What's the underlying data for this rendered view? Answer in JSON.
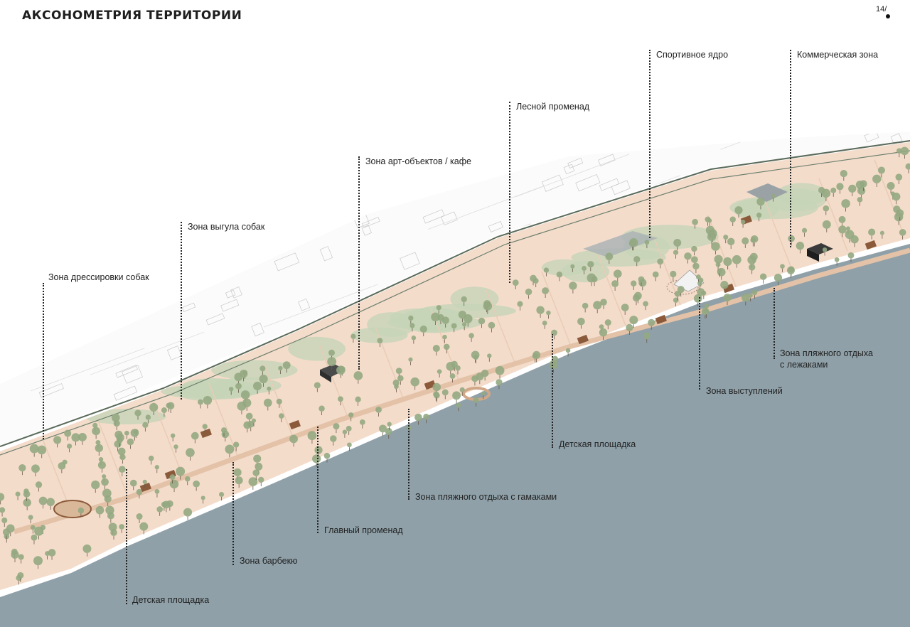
{
  "header": {
    "title": "АКСОНОМЕТРИЯ ТЕРРИТОРИИ",
    "page_number": "14/"
  },
  "colors": {
    "water": "#8fa0a8",
    "land": "#f4dccb",
    "path": "#e3c2a8",
    "tree": "#93a982",
    "greenery": "#c6d4b8",
    "urban_lines": "#c8c8c8"
  },
  "labels": {
    "dog_training": "Зона дрессировки собак",
    "dog_walking": "Зона выгула собак",
    "art_cafe": "Зона арт-объектов / кафе",
    "forest_promenade": "Лесной променад",
    "sports_core": "Спортивное ядро",
    "commercial": "Коммерческая зона",
    "beach_loungers_1": "Зона пляжного отдыха",
    "beach_loungers_2": "с лежаками",
    "performances": "Зона выступлений",
    "kids_playground_mid": "Детская площадка",
    "beach_hammocks": "Зона пляжного отдыха с гамаками",
    "main_promenade": "Главный променад",
    "bbq": "Зона барбекю",
    "kids_playground_left": "Детская площадка"
  }
}
